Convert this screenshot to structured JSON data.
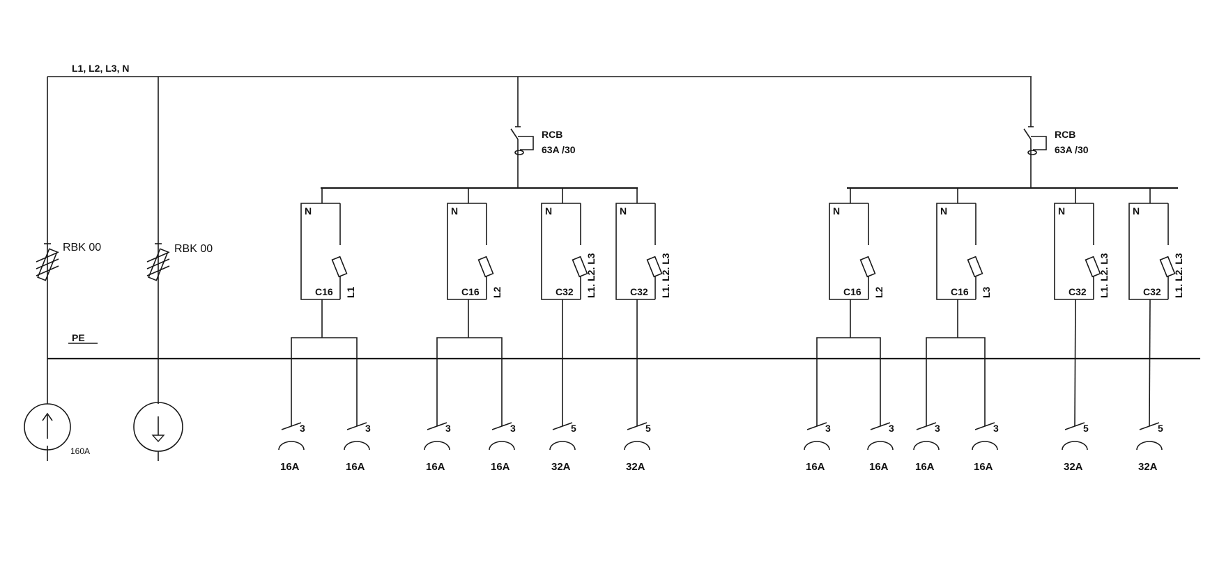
{
  "bus": {
    "label": "L1, L2, L3, N",
    "pe_label": "PE"
  },
  "fuses": [
    {
      "label": "RBK 00"
    },
    {
      "label": "RBK 00"
    }
  ],
  "supply_rating": "160A",
  "rcb": [
    {
      "name": "RCB",
      "rating": "63A /30"
    },
    {
      "name": "RCB",
      "rating": "63A /30"
    }
  ],
  "breakers": [
    {
      "top": "N",
      "rating": "C16",
      "phase": "L1"
    },
    {
      "top": "N",
      "rating": "C16",
      "phase": "L2"
    },
    {
      "top": "N",
      "rating": "C32",
      "phase": "L1. L2. L3"
    },
    {
      "top": "N",
      "rating": "C32",
      "phase": "L1. L2. L3"
    },
    {
      "top": "N",
      "rating": "C16",
      "phase": "L2"
    },
    {
      "top": "N",
      "rating": "C16",
      "phase": "L3"
    },
    {
      "top": "N",
      "rating": "C32",
      "phase": "L1. L2. L3"
    },
    {
      "top": "N",
      "rating": "C32",
      "phase": "L1. L2. L3"
    }
  ],
  "sockets": [
    {
      "poles": "3",
      "rating": "16A"
    },
    {
      "poles": "3",
      "rating": "16A"
    },
    {
      "poles": "3",
      "rating": "16A"
    },
    {
      "poles": "3",
      "rating": "16A"
    },
    {
      "poles": "5",
      "rating": "32A"
    },
    {
      "poles": "5",
      "rating": "32A"
    },
    {
      "poles": "3",
      "rating": "16A"
    },
    {
      "poles": "3",
      "rating": "16A"
    },
    {
      "poles": "3",
      "rating": "16A"
    },
    {
      "poles": "3",
      "rating": "16A"
    },
    {
      "poles": "5",
      "rating": "32A"
    },
    {
      "poles": "5",
      "rating": "32A"
    }
  ]
}
